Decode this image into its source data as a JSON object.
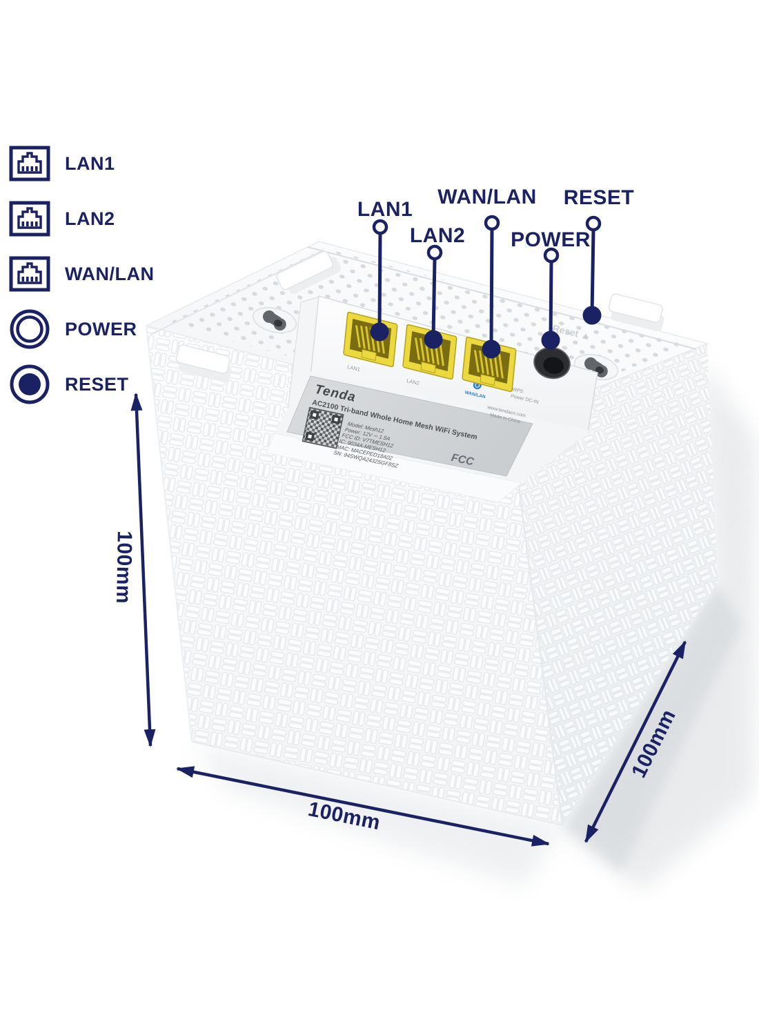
{
  "page": {
    "type": "router-port-and-dimension-diagram"
  },
  "legend": {
    "items": [
      {
        "name": "lan1",
        "icon": "ethernet-port-icon",
        "label": "LAN1"
      },
      {
        "name": "lan2",
        "icon": "ethernet-port-icon",
        "label": "LAN2"
      },
      {
        "name": "wanlan",
        "icon": "ethernet-port-icon",
        "label": "WAN/LAN"
      },
      {
        "name": "power",
        "icon": "power-ring-icon",
        "label": "POWER"
      },
      {
        "name": "reset",
        "icon": "reset-button-icon",
        "label": "RESET"
      }
    ]
  },
  "callouts": {
    "lan1": "LAN1",
    "lan2": "LAN2",
    "wanlan": "WAN/LAN",
    "power": "POWER",
    "reset": "RESET"
  },
  "dimensions": {
    "height_label": "100mm",
    "width_label": "100mm",
    "depth_label": "100mm"
  },
  "device_label": {
    "brand": "Tenda",
    "product": "AC2100 Tri-band Whole Home Mesh WiFi System",
    "model": "Model: Mesh12",
    "power": "Power: 12V ⎓ 1.5A",
    "fcc_id": "FCC ID: V7TMESH12",
    "ic": "IC: 9034A-MESH12",
    "mac": "MAC: MACEPED18A02",
    "sn": "SN: 94SWQA2432SGF8SZ",
    "fcc_mark": "FCC",
    "wps": "WPS",
    "dc_in": "Power DC-IN",
    "website": "www.tendacn.com",
    "origin": "Made in China",
    "reset_etch": "Reset ▲",
    "port_lan1": "LAN1",
    "port_lan2": "LAN2",
    "port_wanlan": "WAN/LAN"
  },
  "colors": {
    "navy": "#1b2264",
    "port_yellow": "#e9d83c",
    "port_inner": "#7a6c12",
    "jack_dark": "#2c2e31",
    "label_gray": "#d7d9db",
    "wanlan_blue": "#2e7fd6"
  }
}
